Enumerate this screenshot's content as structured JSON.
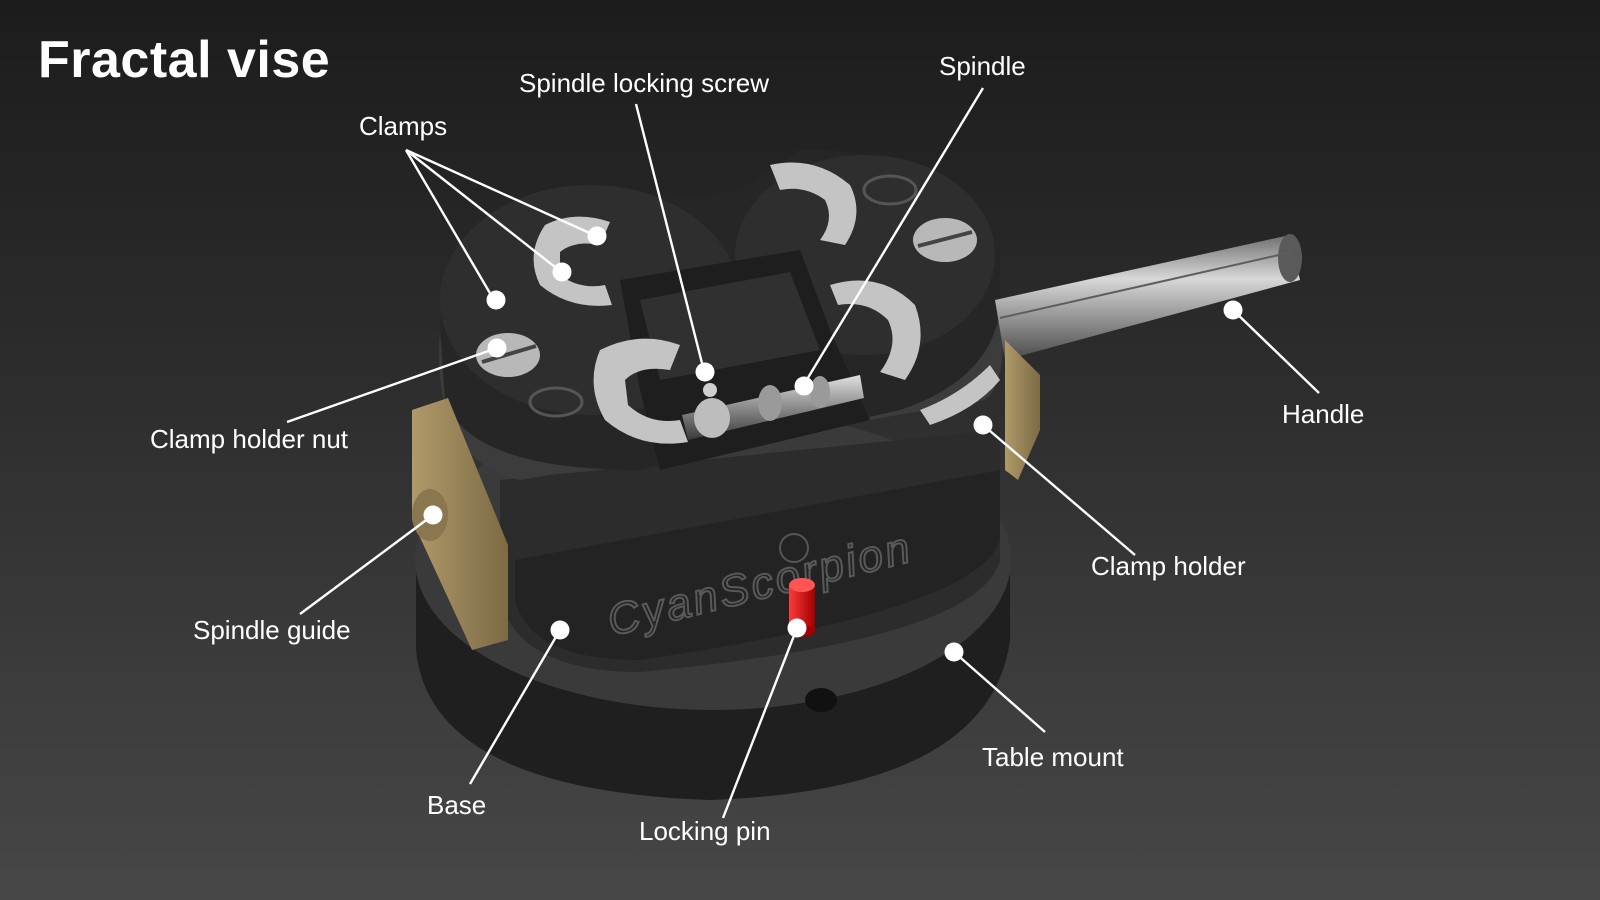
{
  "title": "Fractal vise",
  "labels": {
    "clamps": "Clamps",
    "spindle_locking_screw": "Spindle locking screw",
    "spindle": "Spindle",
    "handle": "Handle",
    "clamp_holder_nut": "Clamp holder nut",
    "clamp_holder": "Clamp holder",
    "spindle_guide": "Spindle guide",
    "table_mount": "Table mount",
    "base": "Base",
    "locking_pin": "Locking pin"
  },
  "brand": "CyanScorpion",
  "colors": {
    "background_top": "#1c1c1c",
    "background_bottom": "#474747",
    "label": "#ffffff",
    "vise_body": "#2b2b2b",
    "clamps": "#bdbdbd",
    "spindle_guide": "#9b8457",
    "locking_pin": "#e01010",
    "handle": "#a8a8a8"
  }
}
